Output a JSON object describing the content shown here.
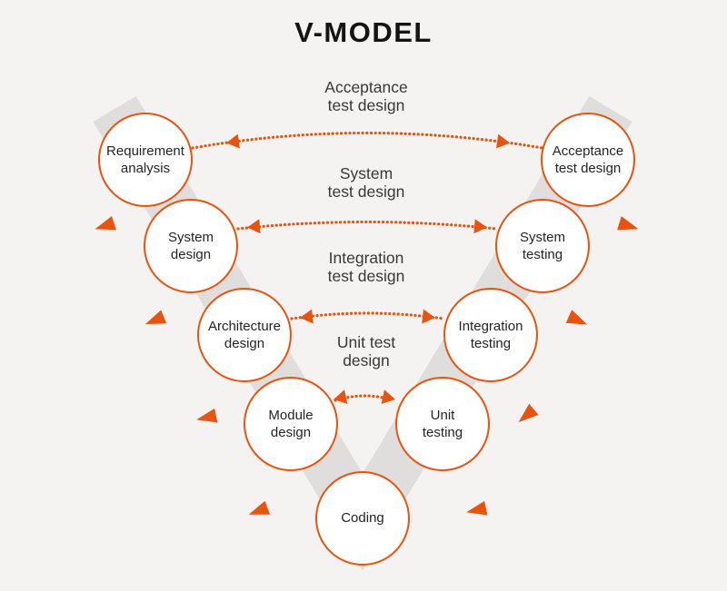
{
  "title": "V-MODEL",
  "colors": {
    "accent": "#E8530F",
    "band": "#E0DEDD",
    "background": "#F5F3F2",
    "node_fill": "#FFFFFF",
    "text": "#242424"
  },
  "nodes": [
    {
      "id": "requirement-analysis",
      "label": "Requirement\nanalysis",
      "side": "left"
    },
    {
      "id": "system-design",
      "label": "System\ndesign",
      "side": "left"
    },
    {
      "id": "architecture-design",
      "label": "Architecture\ndesign",
      "side": "left"
    },
    {
      "id": "module-design",
      "label": "Module\ndesign",
      "side": "left"
    },
    {
      "id": "coding",
      "label": "Coding",
      "side": "bottom"
    },
    {
      "id": "unit-testing",
      "label": "Unit\ntesting",
      "side": "right"
    },
    {
      "id": "integration-testing",
      "label": "Integration\ntesting",
      "side": "right"
    },
    {
      "id": "system-testing",
      "label": "System\ntesting",
      "side": "right"
    },
    {
      "id": "acceptance-test-design",
      "label": "Acceptance\ntest design",
      "side": "right"
    }
  ],
  "connectors": [
    {
      "label": "Acceptance\ntest design",
      "from": "requirement-analysis",
      "to": "acceptance-test-design"
    },
    {
      "label": "System\ntest design",
      "from": "system-design",
      "to": "system-testing"
    },
    {
      "label": "Integration\ntest design",
      "from": "architecture-design",
      "to": "integration-testing"
    },
    {
      "label": "Unit test\ndesign",
      "from": "module-design",
      "to": "unit-testing"
    }
  ]
}
